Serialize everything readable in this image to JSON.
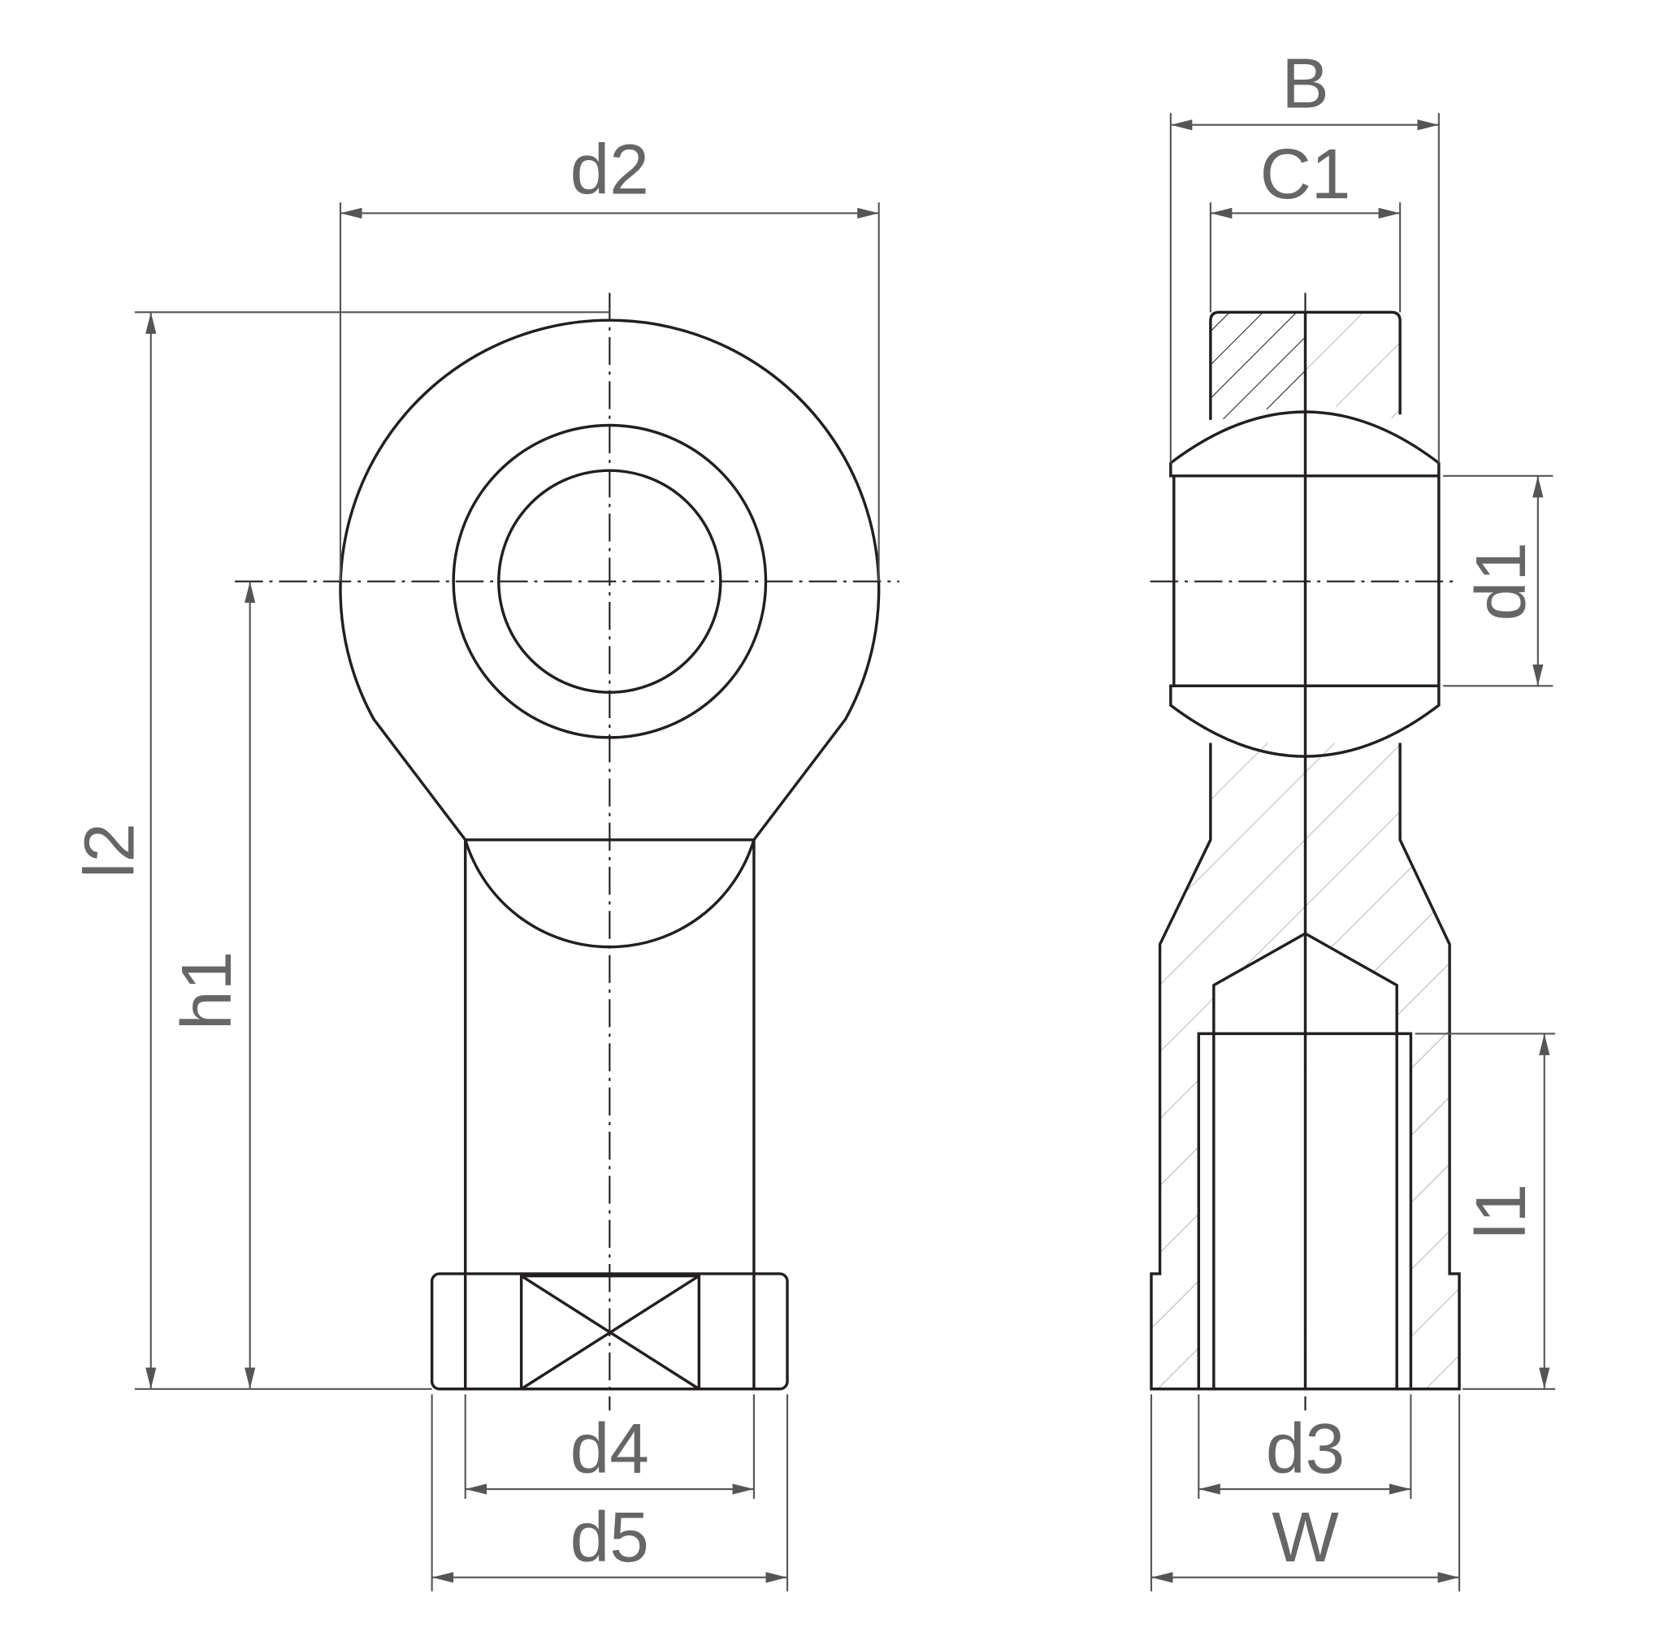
{
  "labels": {
    "d2": "d2",
    "l2": "l2",
    "h1": "h1",
    "d4": "d4",
    "d5": "d5",
    "B": "B",
    "C1": "C1",
    "d1": "d1",
    "l1": "l1",
    "d3": "d3",
    "W": "W"
  },
  "colors": {
    "outline": "#231f20",
    "dimension": "#666666"
  }
}
